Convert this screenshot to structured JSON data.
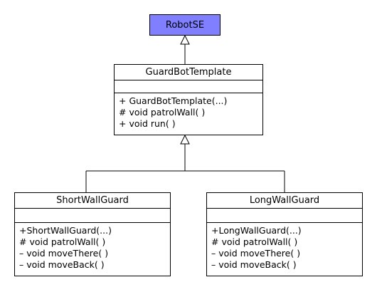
{
  "diagram": {
    "robot": {
      "name": "RobotSE"
    },
    "template": {
      "name": "GuardBotTemplate",
      "operations": [
        "+ GuardBotTemplate(...)",
        "# void patrolWall( )",
        "+ void run( )"
      ]
    },
    "short_guard": {
      "name": "ShortWallGuard",
      "operations": [
        "+ShortWallGuard(...)",
        "# void patrolWall( )",
        "– void moveThere( )",
        "– void moveBack( )"
      ]
    },
    "long_guard": {
      "name": "LongWallGuard",
      "operations": [
        "+LongWallGuard(...)",
        "# void patrolWall( )",
        "– void moveThere( )",
        "– void moveBack( )"
      ]
    },
    "colors": {
      "robot_fill": "#7f7fff",
      "line": "#000000"
    }
  }
}
